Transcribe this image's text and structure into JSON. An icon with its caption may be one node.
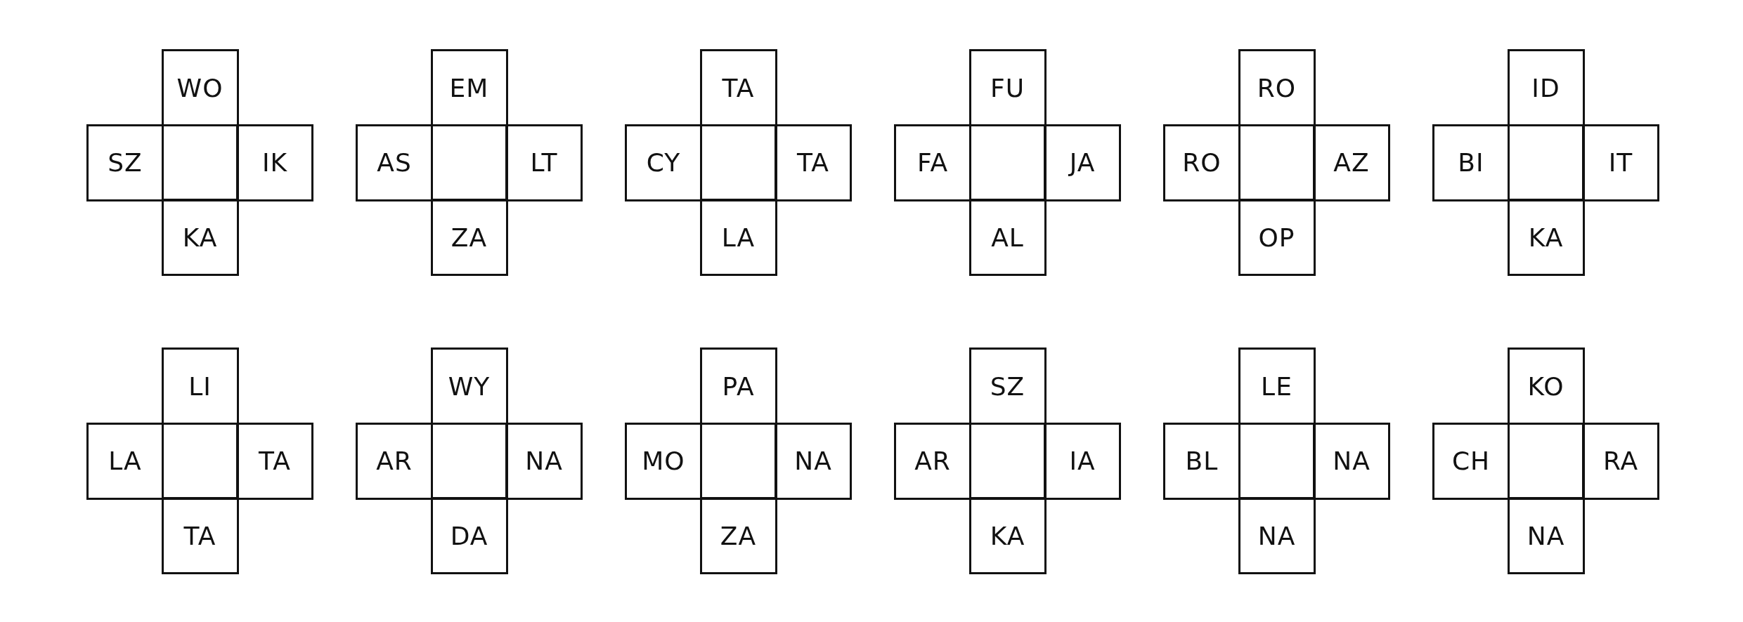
{
  "diagram": {
    "nodes": [
      {
        "text": [
          "WO"
        ]
      },
      {
        "text": [
          "SZ"
        ]
      },
      {
        "text": [],
        "shape": "box"
      },
      {
        "text": [
          "IK"
        ]
      },
      {
        "text": [
          "KA"
        ]
      },
      {
        "text": [
          "EM"
        ]
      },
      {
        "text": [
          "AS"
        ]
      },
      {
        "text": [],
        "shape": "box"
      },
      {
        "text": [
          "LT"
        ]
      },
      {
        "text": [
          "ZA"
        ]
      },
      {
        "text": [
          "TA"
        ]
      },
      {
        "text": [
          "CY"
        ]
      },
      {
        "text": [],
        "shape": "box"
      },
      {
        "text": [
          "TA"
        ]
      },
      {
        "text": [
          "LA"
        ]
      },
      {
        "text": [
          "FU"
        ]
      },
      {
        "text": [
          "FA"
        ]
      },
      {
        "text": [],
        "shape": "box"
      },
      {
        "text": [
          "JA"
        ]
      },
      {
        "text": [
          "AL"
        ]
      },
      {
        "text": [
          "RO"
        ]
      },
      {
        "text": [
          "RO"
        ]
      },
      {
        "text": [],
        "shape": "box"
      },
      {
        "text": [
          "AZ"
        ]
      },
      {
        "text": [
          "OP"
        ]
      },
      {
        "text": [
          "ID"
        ]
      },
      {
        "text": [
          "BI"
        ]
      },
      {
        "text": [],
        "shape": "box"
      },
      {
        "text": [
          "IT"
        ]
      },
      {
        "text": [
          "KA"
        ]
      },
      {
        "text": [
          "LI"
        ]
      },
      {
        "text": [
          "LA"
        ]
      },
      {
        "text": [],
        "shape": "box"
      },
      {
        "text": [
          "TA"
        ]
      },
      {
        "text": [
          "TA"
        ]
      },
      {
        "text": [
          "WY"
        ]
      },
      {
        "text": [
          "AR"
        ]
      },
      {
        "text": [],
        "shape": "box"
      },
      {
        "text": [
          "NA"
        ]
      },
      {
        "text": [
          "DA"
        ]
      },
      {
        "text": [
          "PA"
        ]
      },
      {
        "text": [
          "MO"
        ]
      },
      {
        "text": [],
        "shape": "box"
      },
      {
        "text": [
          "NA"
        ]
      },
      {
        "text": [
          "ZA"
        ]
      },
      {
        "text": [
          "SZ"
        ]
      },
      {
        "text": [
          "AR"
        ]
      },
      {
        "text": [],
        "shape": "box"
      },
      {
        "text": [
          "IA"
        ]
      },
      {
        "text": [
          "KA"
        ]
      },
      {
        "text": [
          "LE"
        ]
      },
      {
        "text": [
          "BL"
        ]
      },
      {
        "text": [],
        "shape": "box"
      },
      {
        "text": [
          "NA"
        ]
      },
      {
        "text": [
          "NA"
        ]
      },
      {
        "text": [
          "KO"
        ]
      },
      {
        "text": [
          "CH"
        ]
      },
      {
        "text": [],
        "shape": "box"
      },
      {
        "text": [
          "RA"
        ]
      },
      {
        "text": [
          "NA"
        ]
      }
    ]
  }
}
